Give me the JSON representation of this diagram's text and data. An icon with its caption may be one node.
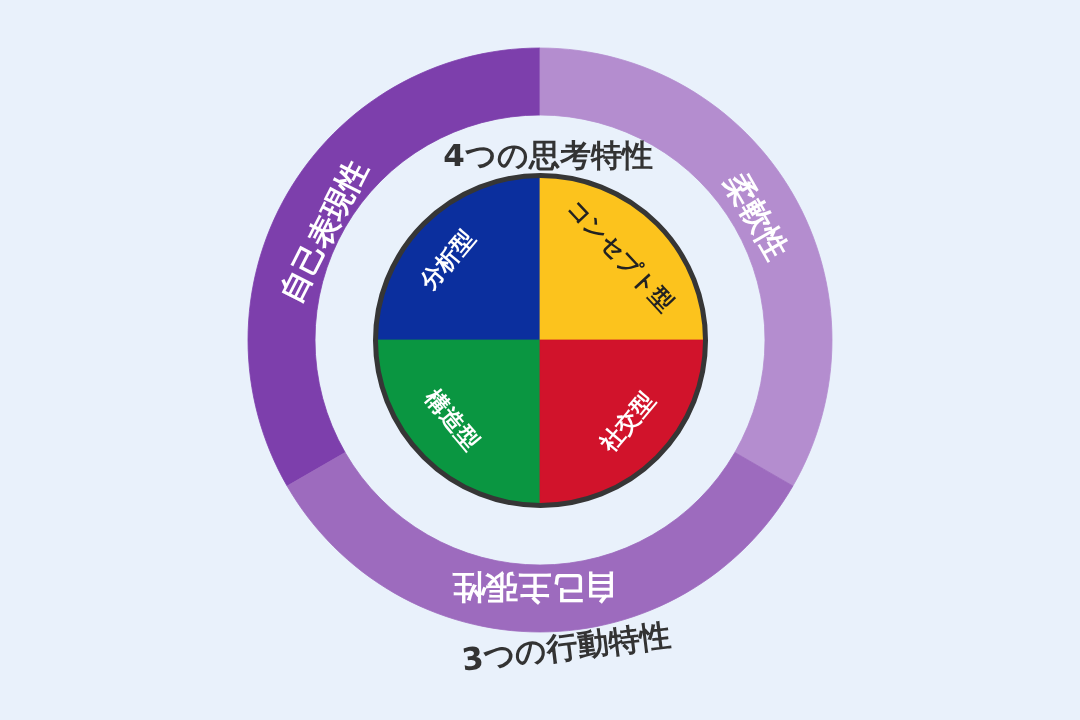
{
  "diagram": {
    "nodes": [
      {
        "text": [
          "自己表現性"
        ]
      },
      {
        "text": [
          "柔軟性"
        ]
      },
      {
        "text": [
          "分析型"
        ]
      },
      {
        "text": [
          "コンセプト型"
        ]
      },
      {
        "text": [
          "構造型"
        ]
      },
      {
        "text": [
          "社交型"
        ]
      },
      {
        "text": [
          "自己主張性"
        ]
      }
    ],
    "labels": [
      "4つの思考特性",
      "3つの行動特性"
    ]
  }
}
